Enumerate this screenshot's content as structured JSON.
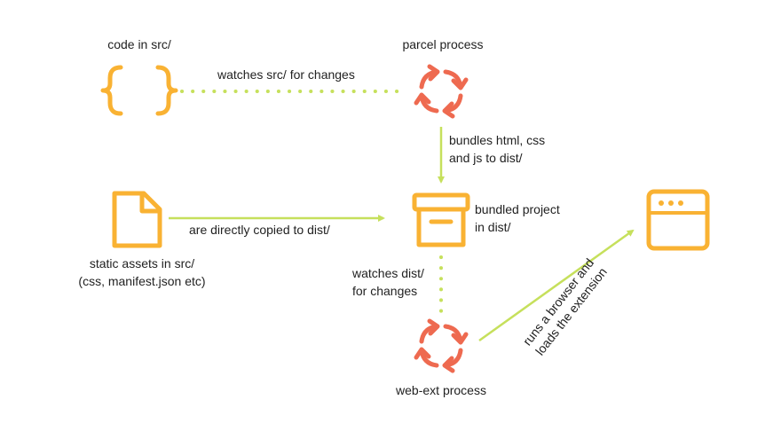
{
  "colors": {
    "orange": "#f9b233",
    "red": "#ee6a50",
    "green": "#c6e05c",
    "text": "#222222"
  },
  "nodes": {
    "code": {
      "label": "code in src/",
      "icon": "curly-braces-icon"
    },
    "parcel": {
      "label": "parcel process",
      "icon": "sync-arrows-icon"
    },
    "static": {
      "label": "static assets in src/\n(css, manifest.json etc)",
      "icon": "file-icon"
    },
    "bundled": {
      "label": "bundled project\nin dist/",
      "icon": "archive-box-icon"
    },
    "browser": {
      "icon": "browser-window-icon"
    },
    "webext": {
      "label": "web-ext process",
      "icon": "sync-arrows-icon"
    }
  },
  "edges": {
    "watch_src": "watches src/ for changes",
    "bundle": "bundles html, css\nand js to dist/",
    "copy": "are directly copied to dist/",
    "watch_dist": "watches dist/\nfor changes",
    "run_browser": "runs a browser and\nloads the extension"
  }
}
